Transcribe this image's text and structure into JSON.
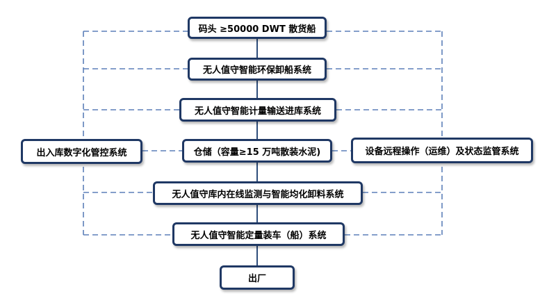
{
  "diagram": {
    "main_flow": [
      "码头 ≥50000 DWT 散货船",
      "无人值守智能环保卸船系统",
      "无人值守智能计量输送进库系统",
      "仓储（容量≥15 万吨散装水泥)",
      "无人值守库内在线监测与智能均化卸料系统",
      "无人值守智能定量装车（船）系统",
      "出厂"
    ],
    "left_system": "出入库数字化管控系统",
    "right_system": "设备远程操作（运维）及状态监管系统"
  },
  "colors": {
    "box_border": "#1f3864",
    "solid_line": "#2e4d7b",
    "dashed_line": "#5b7fb8"
  }
}
